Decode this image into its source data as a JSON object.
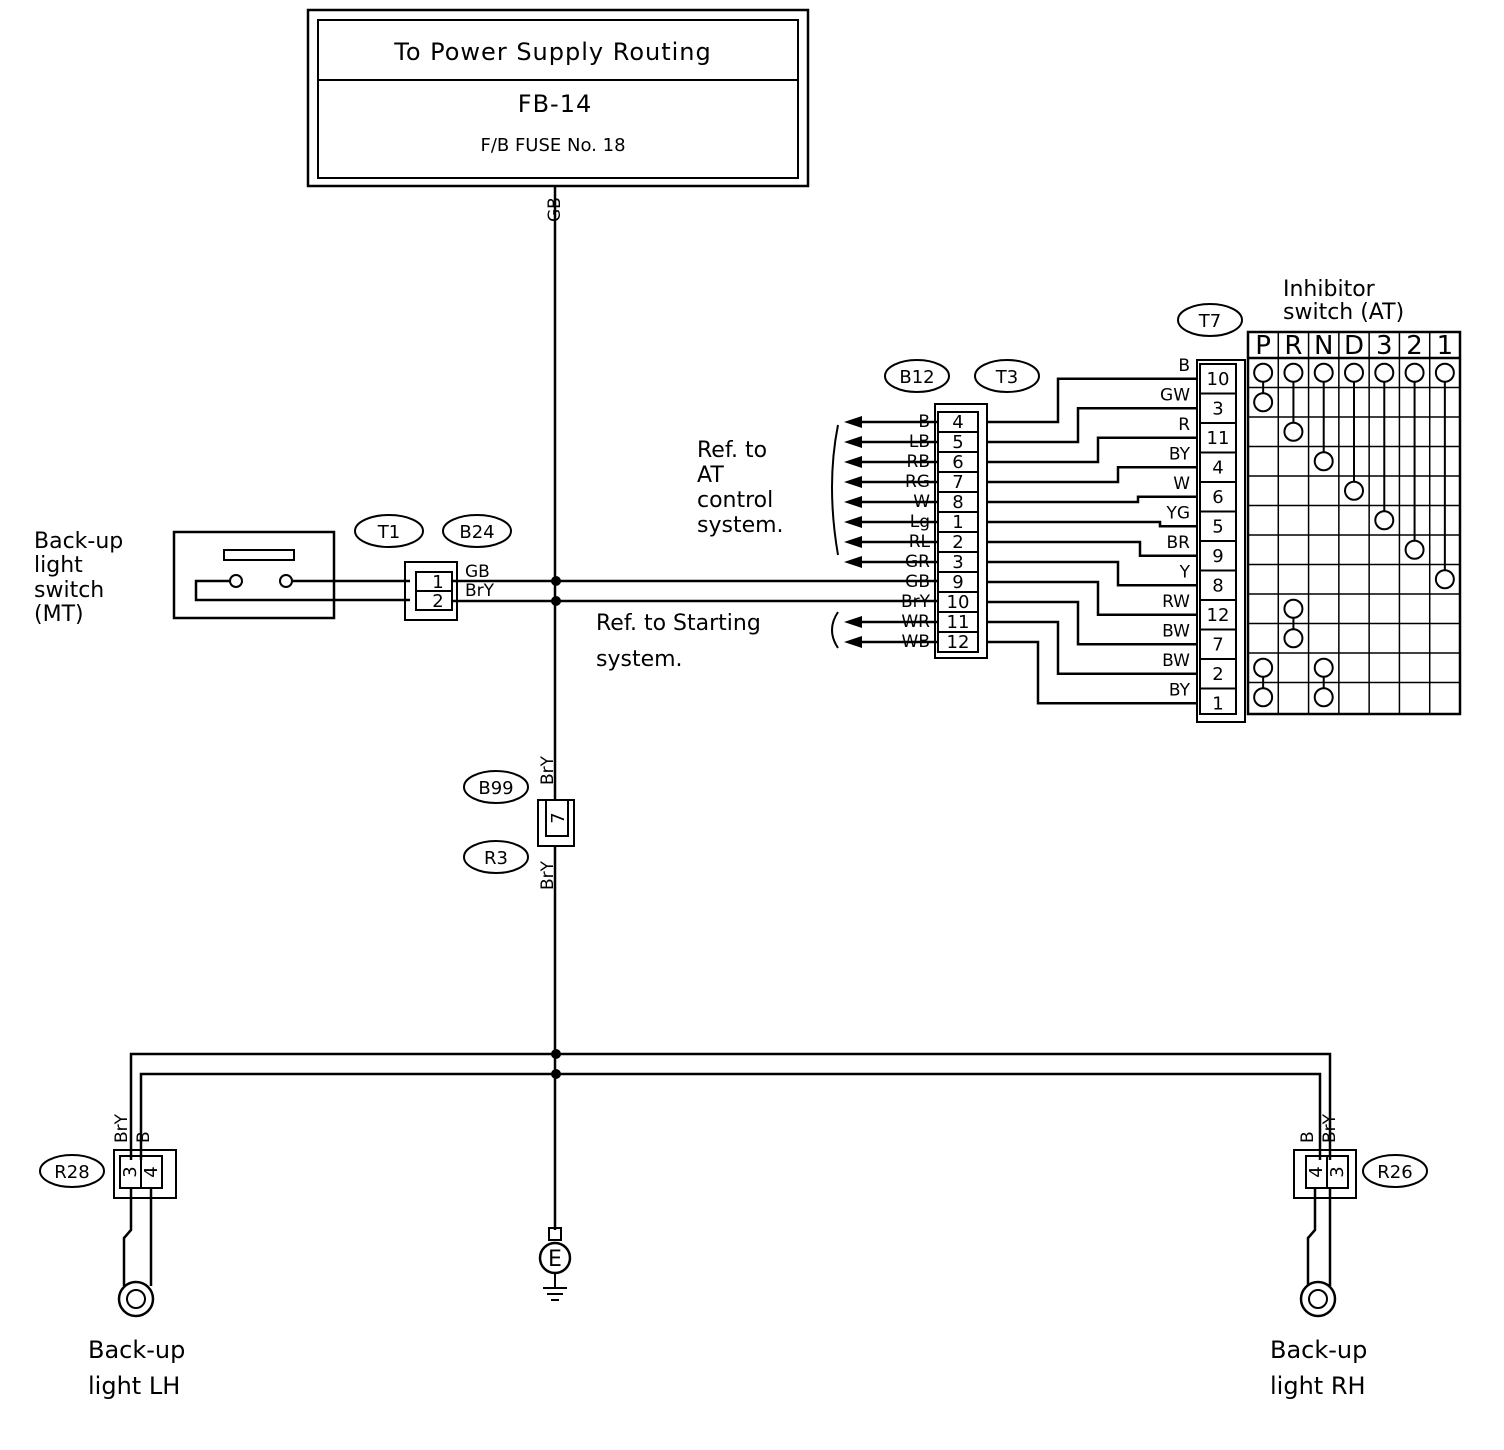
{
  "power_box": {
    "title": "To Power Supply Routing",
    "fuse_ref": "FB-14",
    "fuse_no": "F/B FUSE No. 18"
  },
  "wire_gb_top": "GB",
  "connectors": {
    "t1": "T1",
    "b24": "B24",
    "b12": "B12",
    "t3": "T3",
    "t7": "T7",
    "b99": "B99",
    "r3": "R3",
    "r28": "R28",
    "r26": "R26"
  },
  "backup_switch": {
    "label_lines": [
      "Back-up",
      "light",
      "switch",
      "(MT)"
    ]
  },
  "b24_connector": {
    "pins": [
      "1",
      "2"
    ],
    "wires": [
      "GB",
      "BrY"
    ]
  },
  "b12_connector": {
    "pins": [
      "4",
      "5",
      "6",
      "7",
      "8",
      "1",
      "2",
      "3",
      "9",
      "10",
      "11",
      "12"
    ],
    "wires": [
      "B",
      "LB",
      "RB",
      "RG",
      "W",
      "Lg",
      "RL",
      "GR",
      "GB",
      "BrY",
      "WR",
      "WB"
    ]
  },
  "ref_at": {
    "lines": [
      "Ref. to",
      "AT",
      "control",
      "system."
    ]
  },
  "ref_start": {
    "lines": [
      "Ref. to Starting",
      "system."
    ]
  },
  "t7_connector": {
    "pins": [
      "10",
      "3",
      "11",
      "4",
      "6",
      "5",
      "9",
      "8",
      "12",
      "7",
      "2",
      "1"
    ],
    "wires": [
      "B",
      "GW",
      "R",
      "BY",
      "W",
      "YG",
      "BR",
      "Y",
      "RW",
      "BW",
      "BW",
      "BY"
    ]
  },
  "inhibitor": {
    "title_lines": [
      "Inhibitor",
      "switch (AT)"
    ],
    "positions": [
      "P",
      "R",
      "N",
      "D",
      "3",
      "2",
      "1"
    ]
  },
  "b99_pin": "7",
  "wire_bry_up": "BrY",
  "wire_bry_down": "BrY",
  "r28_pins": [
    "3",
    "4"
  ],
  "r28_wires": [
    "BrY",
    "B"
  ],
  "r26_pins": [
    "4",
    "3"
  ],
  "r26_wires": [
    "B",
    "BrY"
  ],
  "ground_label": "E",
  "backup_lh": {
    "lines": [
      "Back-up",
      "light LH"
    ]
  },
  "backup_rh": {
    "lines": [
      "Back-up",
      "light RH"
    ]
  }
}
